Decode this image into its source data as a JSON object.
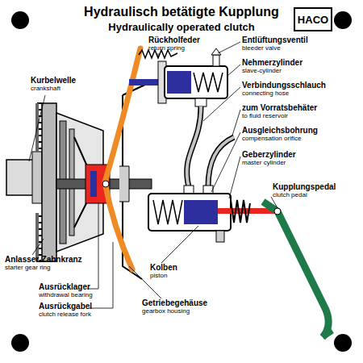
{
  "diagram": {
    "title": "Hydraulisch betätigte Kupplung",
    "nodes": [
      {
        "text": [
          "HACO"
        ]
      }
    ],
    "labels": [
      "Hydraulically operated clutch",
      "Rückholfeder",
      "return spring",
      "Entlüftungsventil",
      "bleeder valve",
      "Kurbelwelle",
      "crankshaft",
      "Nehmerzylinder",
      "slave-cylinder",
      "Verbindungsschlauch",
      "connecting hose",
      "zum Vorratsbehäter",
      "to fluid reservoir",
      "Ausgleichsbohrung",
      "compensation orifice",
      "Geberzylinder",
      "master cylinder",
      "Kupplungspedal",
      "clutch pedal",
      "Anlasser-Zahnkranz",
      "starter gear ring",
      "Ausrücklager",
      "withdrawal bearing",
      "Ausrückgabel",
      "clutch release fork",
      "Kolben",
      "piston",
      "Getriebegehäuse",
      "gearbox housing"
    ]
  }
}
